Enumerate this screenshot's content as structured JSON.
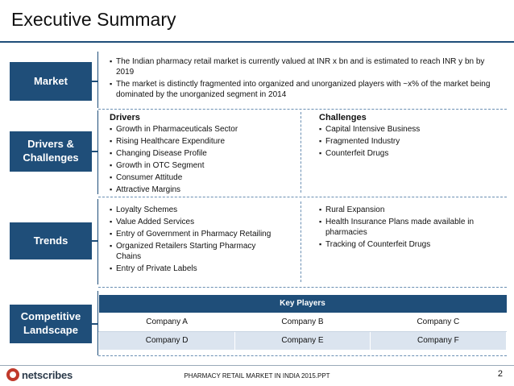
{
  "title": "Executive Summary",
  "sections": {
    "market": {
      "label": "Market",
      "bullets": [
        "The Indian pharmacy retail market is currently valued at INR x bn and is estimated to reach INR y bn by 2019",
        "The market is distinctly fragmented into organized and unorganized players with ~x% of the market being dominated by the unorganized segment in 2014"
      ]
    },
    "drivers_challenges": {
      "label_line1": "Drivers &",
      "label_line2": "Challenges",
      "drivers_heading": "Drivers",
      "drivers": [
        "Growth in Pharmaceuticals Sector",
        "Rising Healthcare Expenditure",
        "Changing Disease Profile",
        "Growth in OTC Segment",
        "Consumer Attitude",
        "Attractive Margins"
      ],
      "challenges_heading": "Challenges",
      "challenges": [
        "Capital Intensive Business",
        "Fragmented Industry",
        "Counterfeit Drugs"
      ]
    },
    "trends": {
      "label": "Trends",
      "left": [
        "Loyalty Schemes",
        "Value Added Services",
        "Entry of Government in Pharmacy Retailing",
        "Organized Retailers Starting Pharmacy Chains",
        "Entry of Private Labels"
      ],
      "right": [
        "Rural Expansion",
        "Health Insurance Plans made available in pharmacies",
        "Tracking of Counterfeit Drugs"
      ]
    },
    "competitive": {
      "label_line1": "Competitive",
      "label_line2": "Landscape",
      "table_header": "Key Players",
      "rows": [
        [
          "Company A",
          "Company B",
          "Company C"
        ],
        [
          "Company D",
          "Company E",
          "Company F"
        ]
      ]
    }
  },
  "footer": {
    "logo_text": "netscribes",
    "center_text": "PHARMACY RETAIL MARKET IN INDIA 2015.PPT",
    "page_number": "2"
  },
  "colors": {
    "primary": "#1f4e79",
    "row_alt": "#dbe4ef"
  }
}
